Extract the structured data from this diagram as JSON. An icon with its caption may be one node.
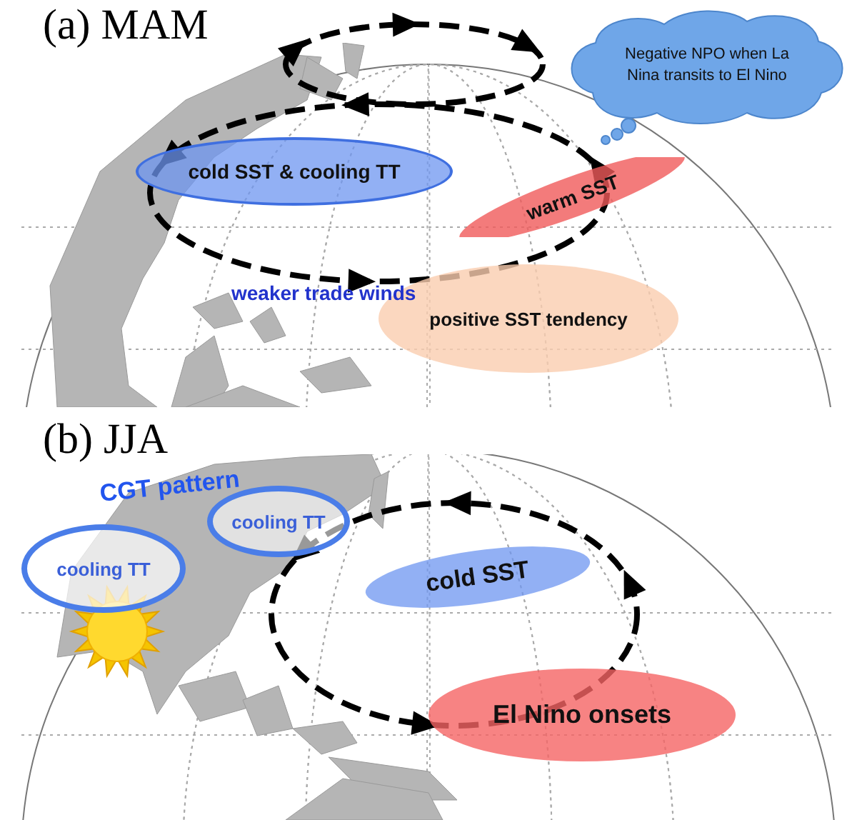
{
  "diagram": {
    "nodes": [
      {
        "text": [
          "Negative NPO when La Nina transits to El Nino"
        ]
      },
      {
        "text": [
          "cold SST & cooling TT"
        ]
      },
      {
        "text": [
          "warm SST"
        ]
      },
      {
        "text": [
          "positive SST tendency"
        ]
      },
      {
        "text": [
          "cooling TT"
        ]
      },
      {
        "text": [
          "cooling TT"
        ]
      },
      {
        "text": [
          "cold SST"
        ]
      },
      {
        "text": [
          "El Nino onsets"
        ]
      }
    ],
    "labels": [
      "(a) MAM",
      "weaker trade winds",
      "(b) JJA",
      "CGT pattern"
    ]
  }
}
